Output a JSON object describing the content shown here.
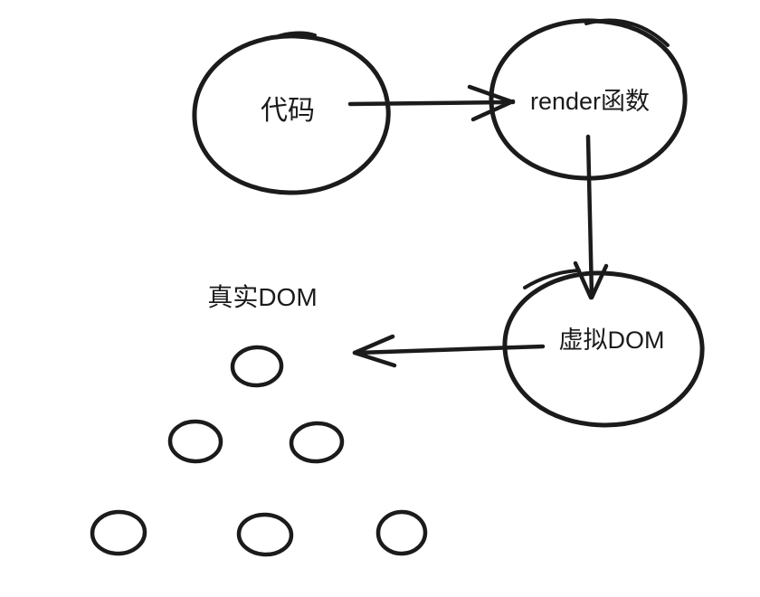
{
  "diagram": {
    "background": "#ffffff",
    "stroke_color": "#1b1b1b",
    "nodes": [
      {
        "id": "code",
        "label": "代码",
        "shape": "ellipse"
      },
      {
        "id": "render-function",
        "label": "render函数",
        "shape": "ellipse"
      },
      {
        "id": "virtual-dom",
        "label": "虚拟DOM",
        "shape": "ellipse"
      },
      {
        "id": "real-dom",
        "label": "真实DOM",
        "shape": "text-label"
      }
    ],
    "edges": [
      {
        "from": "code",
        "to": "render-function",
        "direction": "right"
      },
      {
        "from": "render-function",
        "to": "virtual-dom",
        "direction": "down"
      },
      {
        "from": "virtual-dom",
        "to": "real-dom",
        "direction": "left"
      }
    ],
    "dom_tree": {
      "node_count": 6,
      "rows": [
        1,
        2,
        3
      ]
    }
  }
}
